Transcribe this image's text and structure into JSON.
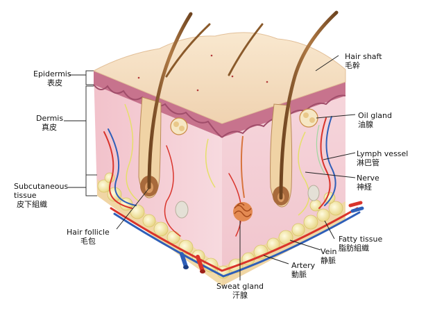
{
  "labels": {
    "epidermis": {
      "en": "Epidermis",
      "ja": "表皮"
    },
    "dermis": {
      "en": "Dermis",
      "ja": "真皮"
    },
    "subcutaneous": {
      "en1": "Subcutaneous",
      "en2": "tissue",
      "ja": "皮下組織"
    },
    "hair_follicle": {
      "en": "Hair follicle",
      "ja": "毛包"
    },
    "hair_shaft": {
      "en": "Hair shaft",
      "ja": "毛幹"
    },
    "oil_gland": {
      "en": "Oil gland",
      "ja": "油腺"
    },
    "lymph_vessel": {
      "en": "Lymph vessel",
      "ja": "淋巴管"
    },
    "nerve": {
      "en": "Nerve",
      "ja": "神経"
    },
    "fatty_tissue": {
      "en": "Fatty tissue",
      "ja": "脂肪組織"
    },
    "vein": {
      "en": "Vein",
      "ja": "静脈"
    },
    "artery": {
      "en": "Artery",
      "ja": "動脈"
    },
    "sweat_gland": {
      "en": "Sweat gland",
      "ja": "汗腺"
    }
  },
  "colors": {
    "epidermis_top": "#f4dcc0",
    "epidermis_layer": "#c06a86",
    "dermis": "#f5cdd3",
    "dermis_side": "#efbcc6",
    "fat": "#f4e6a0",
    "artery": "#d9342b",
    "vein": "#2f5fb8",
    "hair": "#8a5a2b",
    "sweat_gland": "#d7743d",
    "nerve": "#e8e070"
  }
}
